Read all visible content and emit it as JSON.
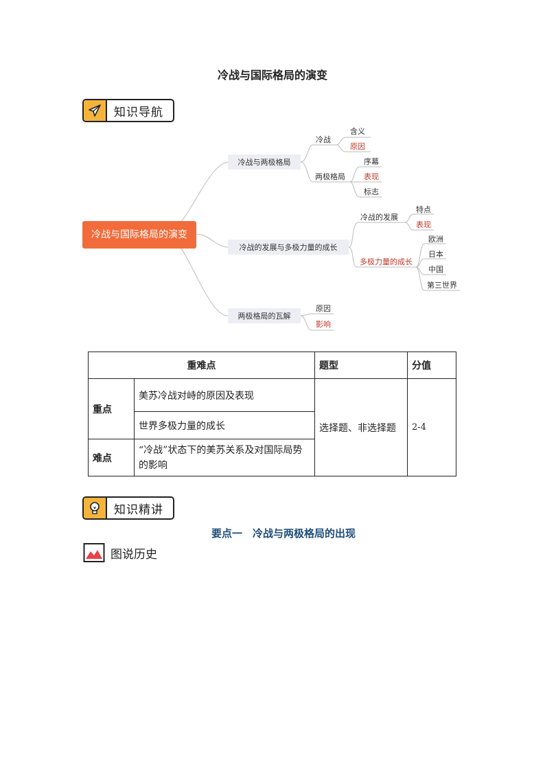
{
  "document": {
    "title": "冷战与国际格局的演变"
  },
  "sections": {
    "nav_title": "知识导航",
    "lecture_title": "知识精讲"
  },
  "mindmap": {
    "root": "冷战与国际格局的演变",
    "branches": [
      {
        "label": "冷战与两极格局",
        "children": [
          {
            "label": "冷战",
            "children": [
              {
                "label": "含义"
              },
              {
                "label": "原因",
                "highlight": true
              }
            ]
          },
          {
            "label": "两极格局",
            "children": [
              {
                "label": "序幕"
              },
              {
                "label": "表现",
                "highlight": true
              },
              {
                "label": "标志"
              }
            ]
          }
        ]
      },
      {
        "label": "冷战的发展与多极力量的成长",
        "children": [
          {
            "label": "冷战的发展",
            "children": [
              {
                "label": "特点"
              },
              {
                "label": "表现",
                "highlight": true
              }
            ]
          },
          {
            "label": "多极力量的成长",
            "highlight": true,
            "children": [
              {
                "label": "欧洲"
              },
              {
                "label": "日本"
              },
              {
                "label": "中国"
              },
              {
                "label": "第三世界"
              }
            ]
          }
        ]
      },
      {
        "label": "两极格局的瓦解",
        "children": [
          {
            "label": "原因"
          },
          {
            "label": "影响",
            "highlight": true
          }
        ]
      }
    ]
  },
  "table": {
    "headers": [
      "重难点",
      "题型",
      "分值"
    ],
    "key_label": "重点",
    "key_items": [
      "美苏冷战对峙的原因及表现",
      "世界多极力量的成长"
    ],
    "difficulty_label": "难点",
    "difficulty_item": "“冷战”状态下的美苏关系及对国际局势的影响",
    "question_type": "选择题、非选择题",
    "score": "2-4"
  },
  "section_heading": "要点一　冷战与两极格局的出现",
  "picture_label": "图说历史",
  "colors": {
    "accent_orange": "#f26b3a",
    "highlight_red": "#c0392b",
    "badge_yellow": "#f4b43c",
    "heading_blue": "#1f4e79"
  }
}
